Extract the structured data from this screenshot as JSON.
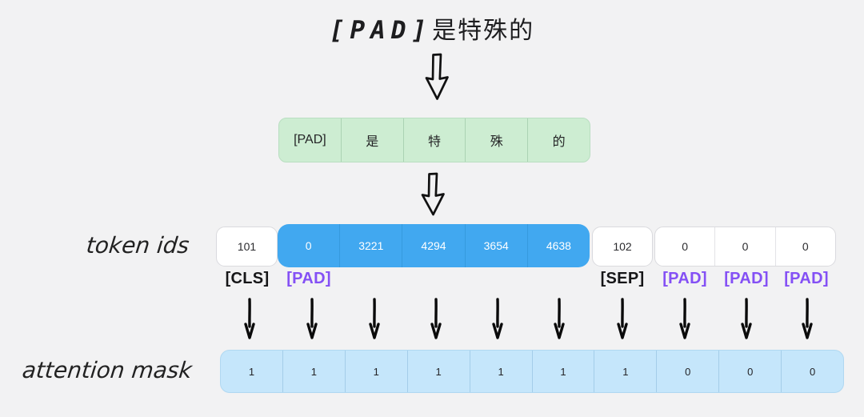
{
  "title": {
    "pad": "[PAD]",
    "rest": "是特殊的"
  },
  "sentence": {
    "cells": [
      "[PAD]",
      "是",
      "特",
      "殊",
      "的"
    ]
  },
  "token_row": {
    "label": "token ids",
    "cls": "101",
    "pad_group": [
      "0",
      "3221",
      "4294",
      "3654",
      "4638"
    ],
    "sep": "102",
    "tail": [
      "0",
      "0",
      "0"
    ],
    "annotations": [
      {
        "text": "[CLS]",
        "color": "black"
      },
      {
        "text": "[PAD]",
        "color": "purple"
      },
      {
        "text": "[SEP]",
        "color": "black"
      },
      {
        "text": "[PAD]",
        "color": "purple"
      },
      {
        "text": "[PAD]",
        "color": "purple"
      },
      {
        "text": "[PAD]",
        "color": "purple"
      }
    ]
  },
  "mask": {
    "label": "attention mask",
    "values": [
      "1",
      "1",
      "1",
      "1",
      "1",
      "1",
      "1",
      "0",
      "0",
      "0"
    ]
  },
  "colors": {
    "bg": "#f2f2f3",
    "ink": "#1d1d1f",
    "green": "#cdedd2",
    "green-border": "#b9dec1",
    "green-divider": "#abd2b3",
    "blue": "#41a8f0",
    "blue-divider": "#359ade",
    "lightblue": "#c5e6fb",
    "lightblue-border": "#b0d8f1",
    "lightblue-divider": "#a4cde9",
    "purple": "#8450f5",
    "cell-border": "#dadade"
  }
}
